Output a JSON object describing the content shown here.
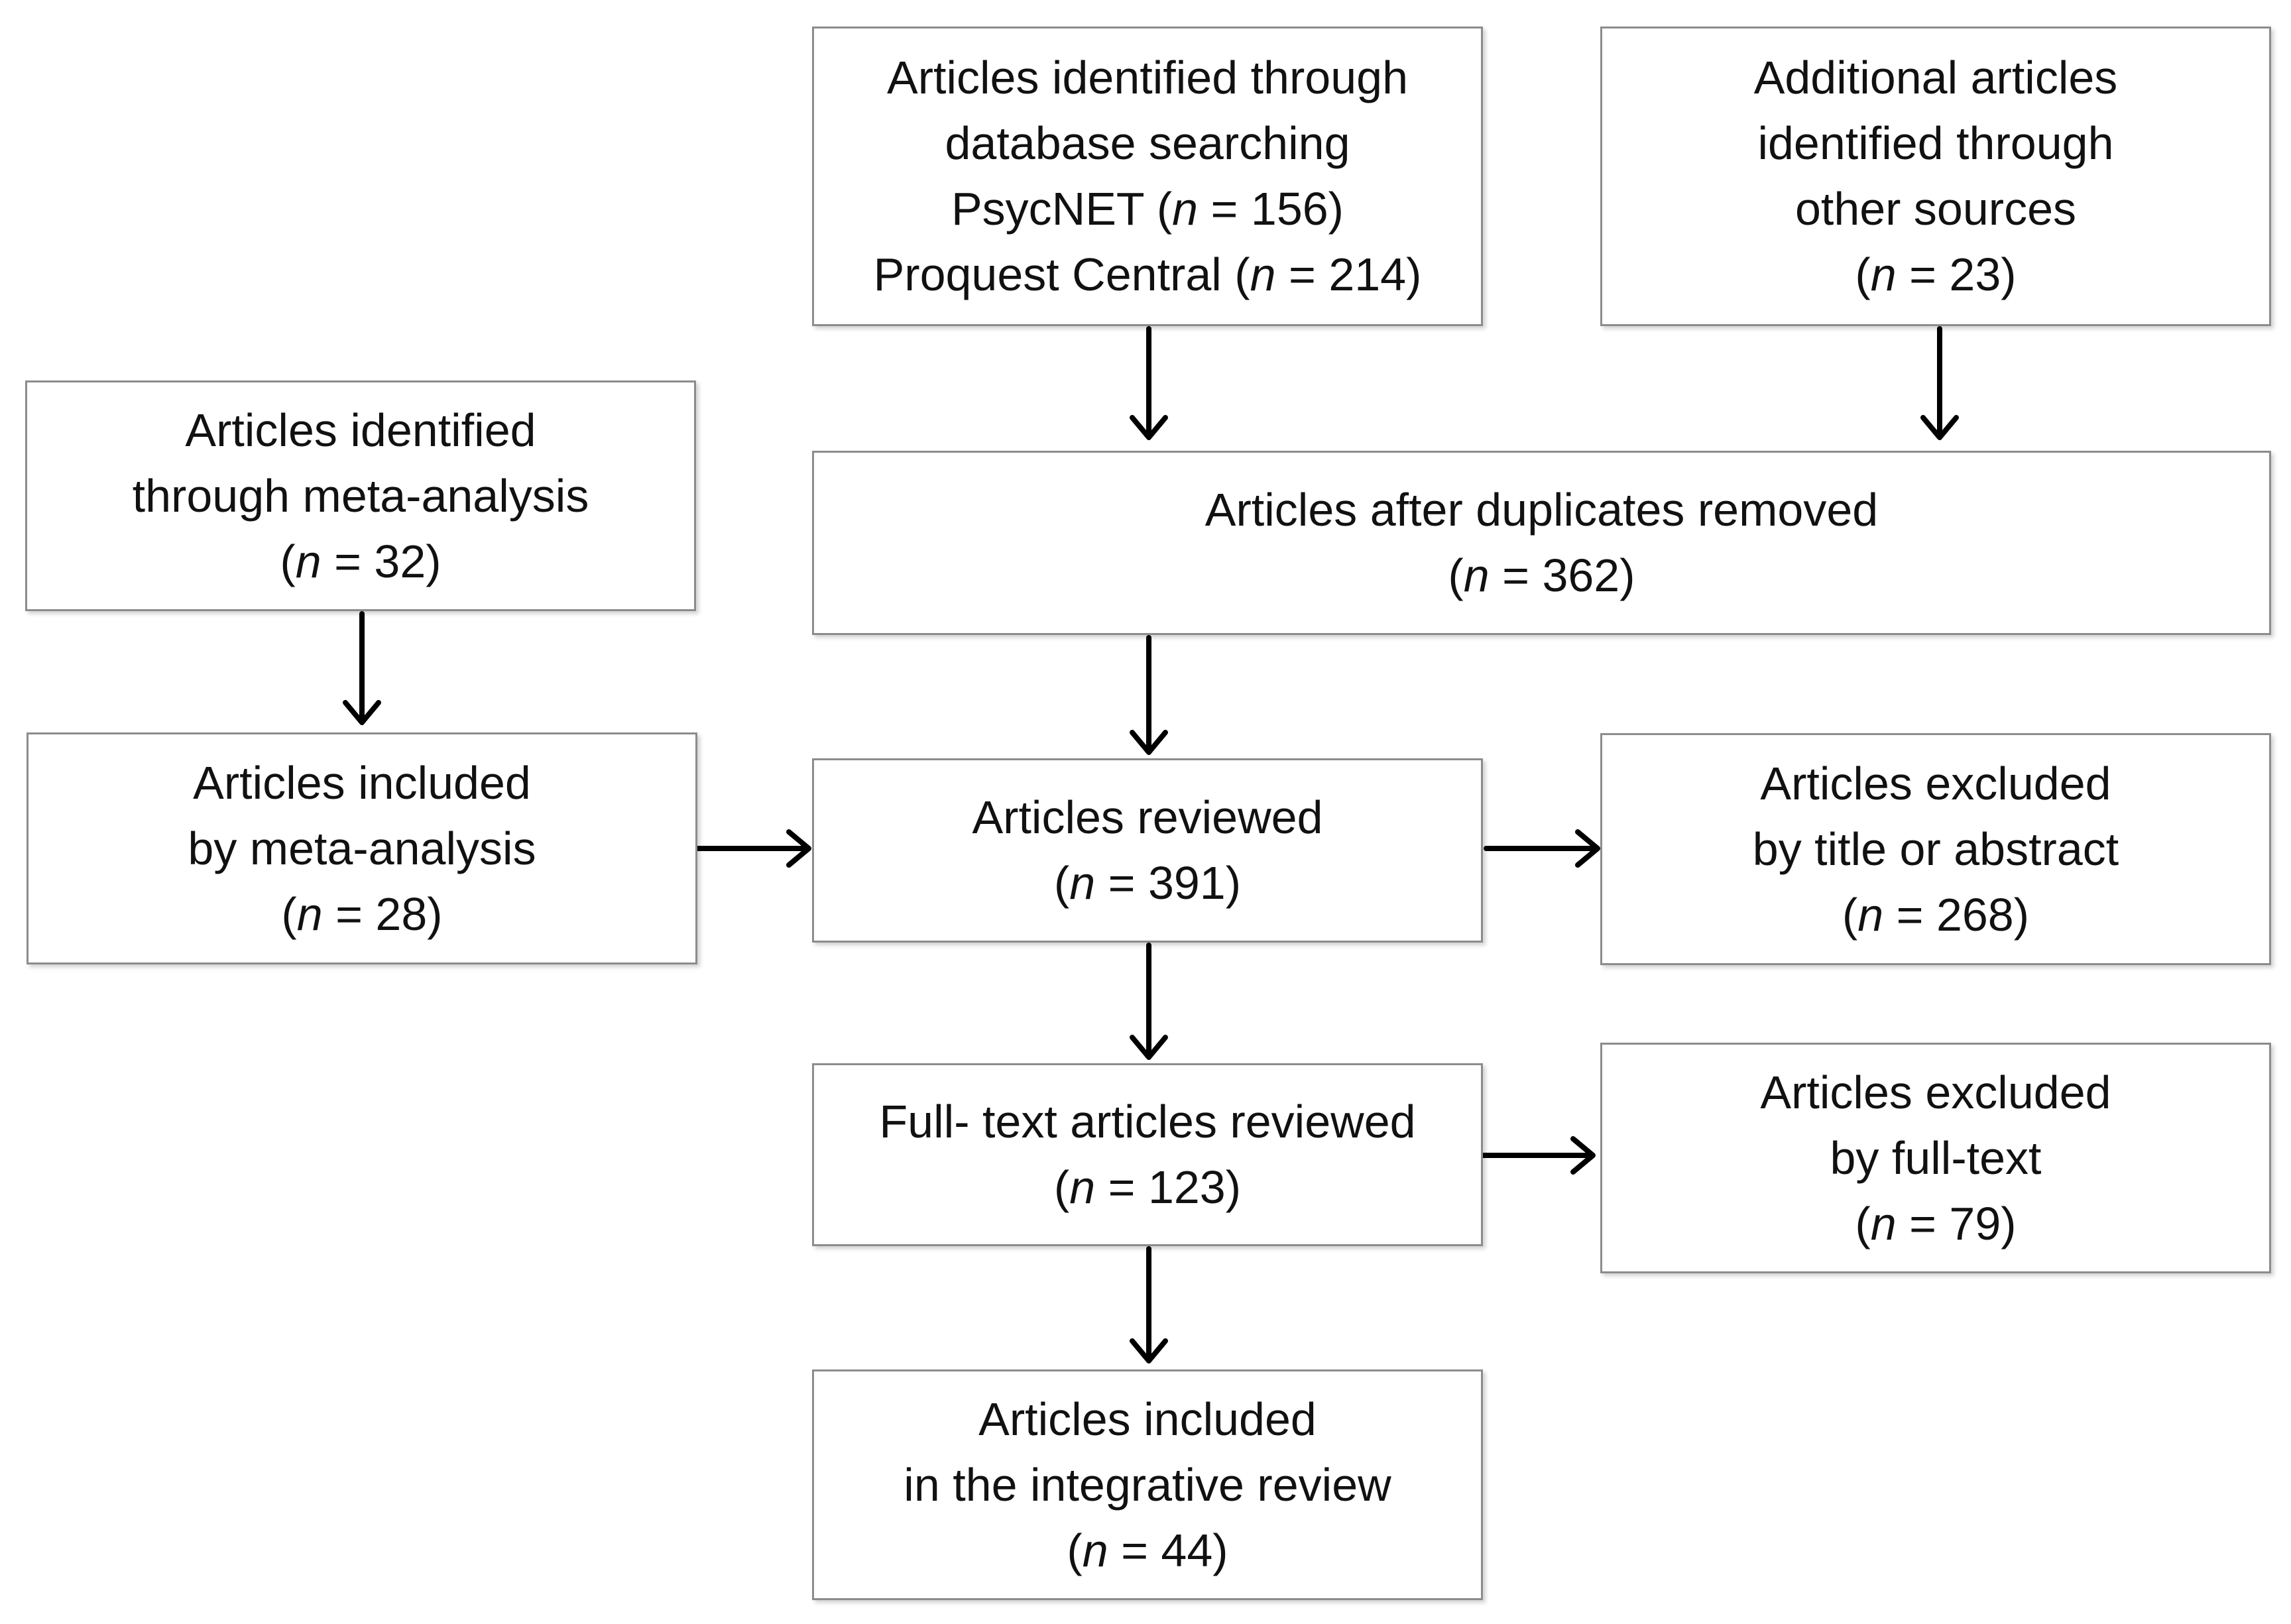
{
  "boxes": {
    "database_search": {
      "lines": [
        "Articles identified through",
        "database searching"
      ],
      "psycnet_prefix": "PsycNET (",
      "psycnet_n": "n",
      "psycnet_suffix": " = 156)",
      "proquest_prefix": "Proquest Central (",
      "proquest_n": "n",
      "proquest_suffix": " = 214)"
    },
    "other_sources": {
      "lines": [
        "Additional articles",
        "identified through",
        "other sources"
      ],
      "count_prefix": "(",
      "count_n": "n",
      "count_suffix": " = 23)"
    },
    "meta_identified": {
      "lines": [
        "Articles identified",
        "through meta-analysis"
      ],
      "count_prefix": "(",
      "count_n": "n",
      "count_suffix": " = 32)"
    },
    "duplicates_removed": {
      "lines": [
        "Articles after duplicates removed"
      ],
      "count_prefix": "(",
      "count_n": "n",
      "count_suffix": " = 362)"
    },
    "meta_included": {
      "lines": [
        "Articles included",
        "by meta-analysis"
      ],
      "count_prefix": "(",
      "count_n": "n",
      "count_suffix": " = 28)"
    },
    "reviewed": {
      "lines": [
        "Articles reviewed"
      ],
      "count_prefix": "(",
      "count_n": "n",
      "count_suffix": " = 391)"
    },
    "excluded_title": {
      "lines": [
        "Articles excluded",
        "by title or abstract"
      ],
      "count_prefix": "(",
      "count_n": "n",
      "count_suffix": " = 268)"
    },
    "fulltext_reviewed": {
      "lines": [
        "Full- text articles reviewed"
      ],
      "count_prefix": "(",
      "count_n": "n",
      "count_suffix": " = 123)"
    },
    "excluded_fulltext": {
      "lines": [
        "Articles excluded",
        "by full-text"
      ],
      "count_prefix": "(",
      "count_n": "n",
      "count_suffix": " = 79)"
    },
    "included_review": {
      "lines": [
        "Articles included",
        "in the integrative review"
      ],
      "count_prefix": "(",
      "count_n": "n",
      "count_suffix": " = 44)"
    }
  },
  "colors": {
    "box_border": "#8c8c8c",
    "arrow": "#000000",
    "text": "#111111"
  }
}
